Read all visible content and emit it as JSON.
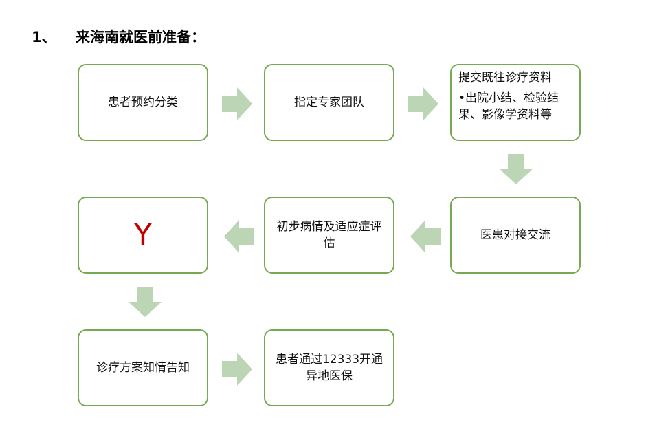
{
  "title": {
    "number": "1、",
    "text": "来海南就医前准备："
  },
  "steps": [
    {
      "label": "患者预约分类"
    },
    {
      "label": "指定专家团队"
    },
    {
      "label": "提交既往诊疗资料",
      "bullet": "•出院小结、检验结果、影像学资料等"
    },
    {
      "label": "医患对接交流"
    },
    {
      "label": "初步病情及适应症评估"
    },
    {
      "label": "Y"
    },
    {
      "label": "诊疗方案知情告知"
    },
    {
      "label": "患者通过12333开通异地医保"
    }
  ],
  "colors": {
    "border": "#77a852",
    "arrow": "#bcd5b5",
    "accent": "#c00000"
  }
}
